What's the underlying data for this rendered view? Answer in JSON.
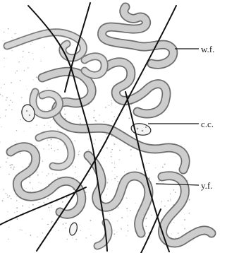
{
  "labels": {
    "wf": "w.f.",
    "cc": "c.c.",
    "yf": "y.f."
  }
}
